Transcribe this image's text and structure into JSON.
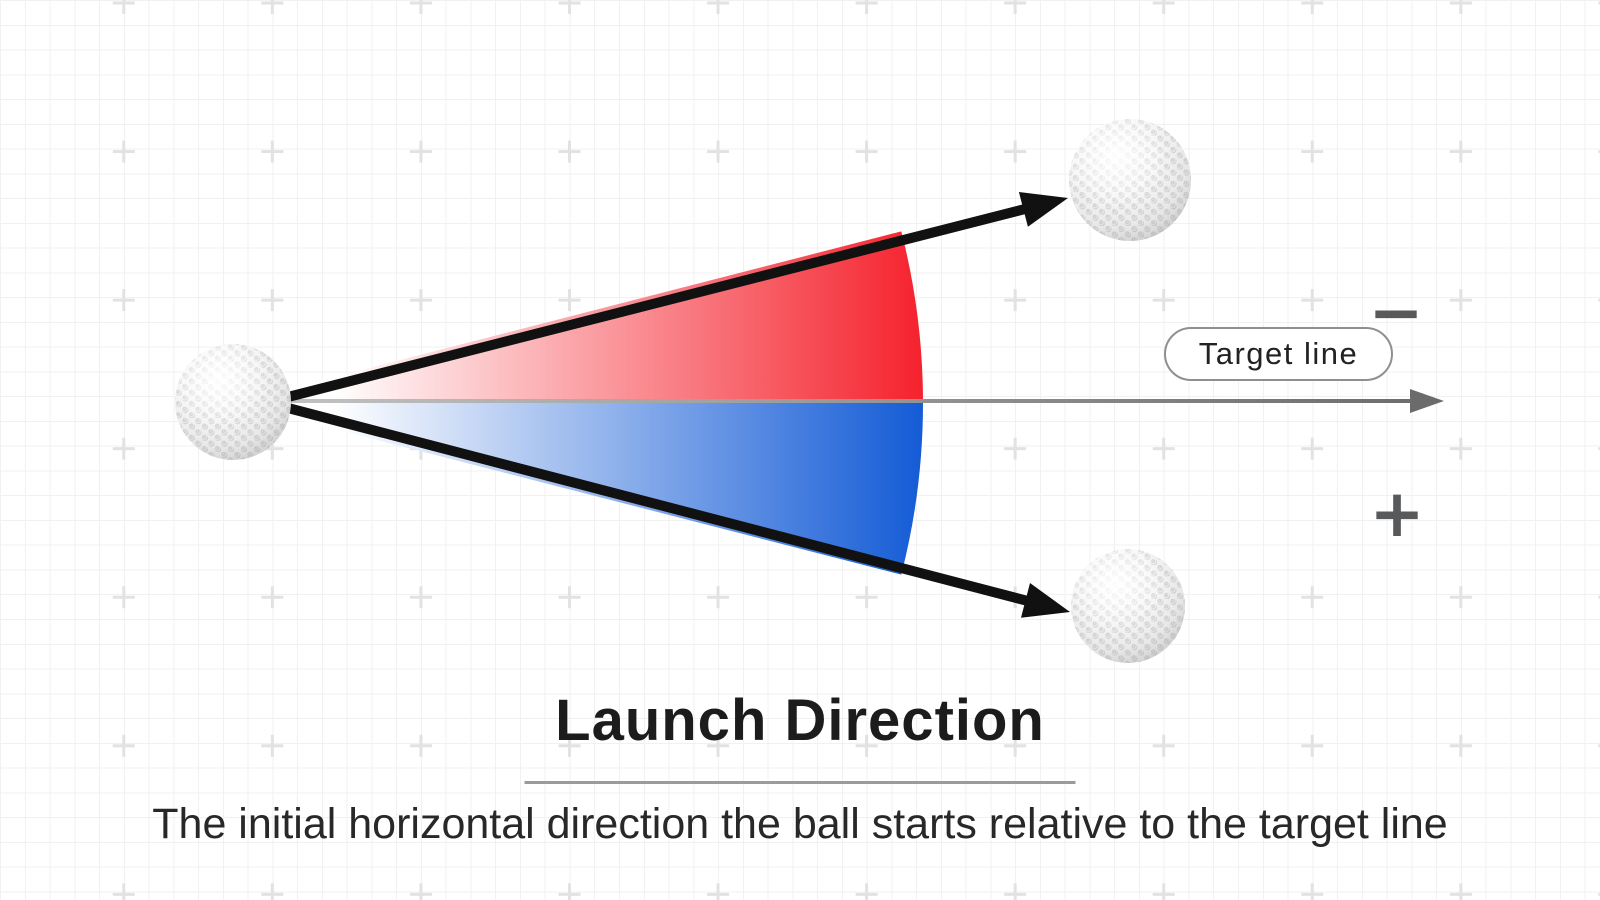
{
  "diagram": {
    "title": "Launch Direction",
    "subtitle": "The initial horizontal direction the ball starts relative to the target line",
    "target_line_label": "Target line",
    "minus_sign": "−",
    "plus_sign": "+"
  },
  "colors": {
    "fan_red": "#f5232e",
    "fan_blue": "#155cd6",
    "fan_start": "#ffffff",
    "arrow_black": "#111111",
    "target_line_start": "#c2c2c2",
    "target_line_end": "#6b6b6b",
    "sign_gray": "#58595b",
    "grid_cross": "#e2e2e2"
  }
}
